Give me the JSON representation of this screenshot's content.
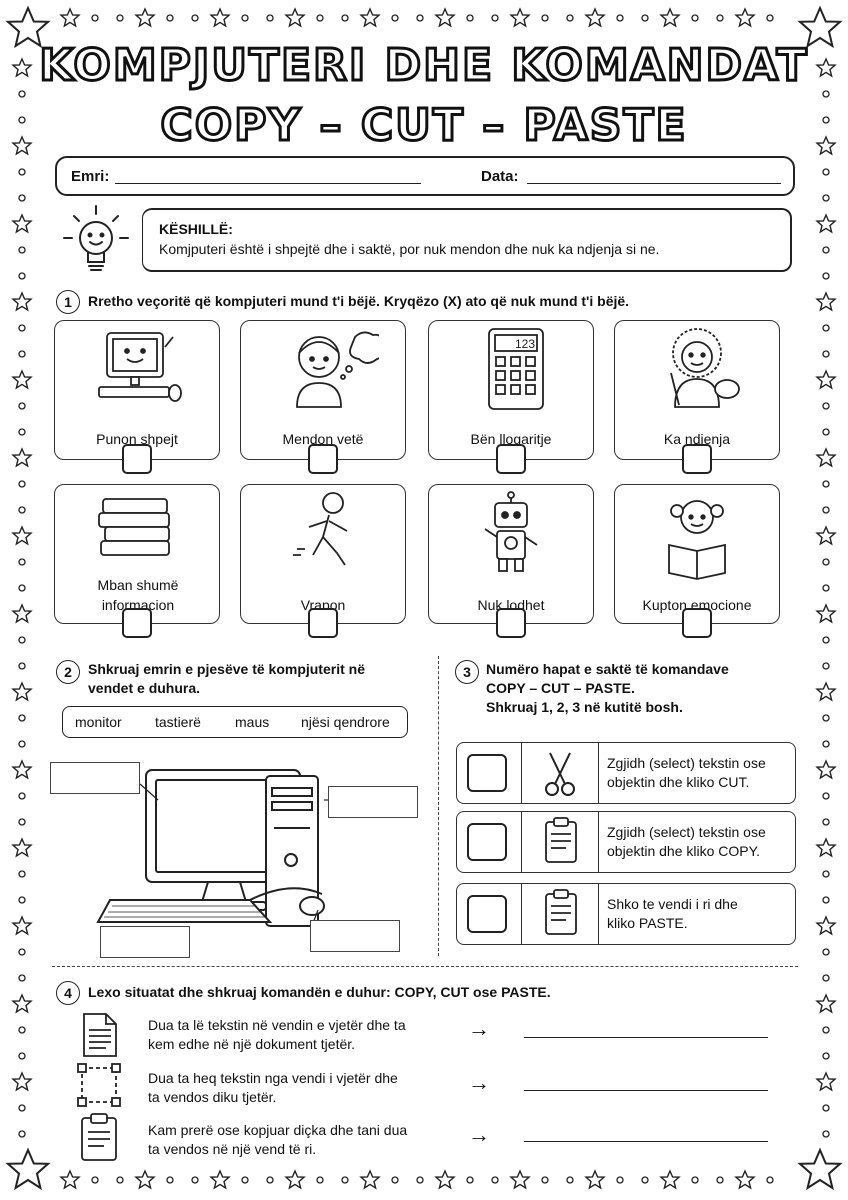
{
  "title": {
    "line1": "KOMPJUTERI DHE KOMANDAT",
    "line2": "COPY – CUT – PASTE"
  },
  "header": {
    "name_label": "Emri:",
    "date_label": "Data:"
  },
  "tip": {
    "title": "KËSHILLË:",
    "text": "Komjputeri është i shpejtë dhe i saktë, por nuk mendon dhe nuk ka ndjenja si ne.",
    "icon": "lightbulb-icon"
  },
  "q1": {
    "number": "1",
    "instruction": "Rretho veçoritë që kompjuteri mund t'i bëjë. Kryqëzo (X) ato që nuk mund t'i bëjë.",
    "cards": [
      {
        "caption": "Punon shpejt",
        "icon": "computer-icon"
      },
      {
        "caption": "Mendon vetë",
        "icon": "thinking-boy-icon"
      },
      {
        "caption": "Bën llogaritje",
        "icon": "calculator-icon",
        "display": "123"
      },
      {
        "caption": "Ka ndjenja",
        "icon": "painting-girl-icon"
      },
      {
        "caption": "Mban shumë informacion",
        "icon": "books-icon"
      },
      {
        "caption": "Vrapon",
        "icon": "running-boy-icon"
      },
      {
        "caption": "Nuk lodhet",
        "icon": "robot-icon"
      },
      {
        "caption": "Kupton emocione",
        "icon": "reading-girl-icon"
      }
    ]
  },
  "q2": {
    "number": "2",
    "instruction_line1": "Shkruaj emrin e pjesëve të kompjuterit në",
    "instruction_line2": "vendet e duhura.",
    "words": [
      "monitor",
      "tastierë",
      "maus",
      "njësi qendrore"
    ]
  },
  "q3": {
    "number": "3",
    "instruction_line1": "Numëro hapat e saktë të komandave",
    "instruction_line2": "COPY – CUT – PASTE.",
    "instruction_line3": "Shkruaj 1, 2, 3 në kutitë bosh.",
    "steps": [
      {
        "line1": "Zgjidh (select) tekstin ose",
        "line2": "objektin dhe kliko CUT.",
        "icon": "scissors-icon"
      },
      {
        "line1": "Zgjidh (select) tekstin ose",
        "line2": "objektin dhe kliko COPY.",
        "icon": "clipboard-icon"
      },
      {
        "line1": "Shko te vendi i ri dhe",
        "line2": "kliko PASTE.",
        "icon": "clipboard-icon"
      }
    ]
  },
  "q4": {
    "number": "4",
    "instruction": "Lexo situatat dhe shkruaj komandën e duhur: COPY, CUT ose PASTE.",
    "items": [
      {
        "line1": "Dua ta lë tekstin në vendin e vjetër dhe ta",
        "line2": "kem edhe në një dokument tjetër.",
        "icon": "document-icon"
      },
      {
        "line1": "Dua ta heq tekstin nga vendi i vjetër dhe",
        "line2": "ta vendos diku tjetër.",
        "icon": "selection-icon"
      },
      {
        "line1": "Kam prerë ose kopjuar diçka dhe tani dua",
        "line2": "ta vendos në një vend të ri.",
        "icon": "clipboard-icon"
      }
    ],
    "arrow": "→"
  }
}
